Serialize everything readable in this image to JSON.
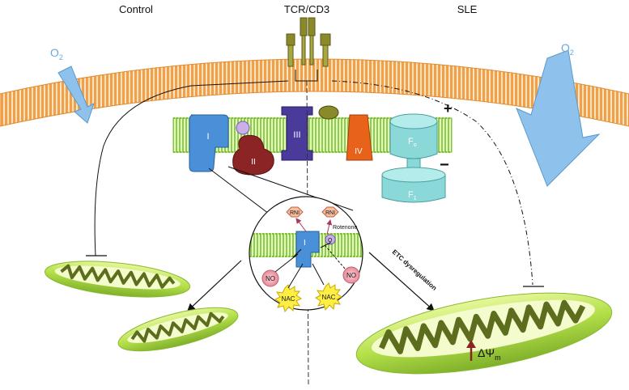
{
  "labels": {
    "control": "Control",
    "tcr": "TCR/CD3",
    "sle": "SLE",
    "o2_left": "O",
    "o2_left_sub": "2",
    "o2_right": "O",
    "o2_right_sub": "2",
    "plus": "+",
    "minus": "−",
    "complex_1": "I",
    "complex_2": "II",
    "complex_3": "III",
    "complex_4": "IV",
    "f0": "F",
    "f0_sub": "o",
    "f1": "F",
    "f1_sub": "1",
    "rotenone": "Rotenone",
    "rni_1": "RNI",
    "rni_2": "RNI",
    "complex_1_inset": "I",
    "q_inset": "Q",
    "no_left": "NO",
    "no_right": "NO",
    "nac_left": "NAC",
    "nac_right": "NAC",
    "etc_dysregulation": "ETC dysregulation",
    "delta_psi": "ΔΨ",
    "delta_psi_sub": "m"
  },
  "colors": {
    "membrane_orange": "#f0a048",
    "inner_membrane_green": "#8ccf3c",
    "complex_1": "#4a90d9",
    "complex_2": "#8b2424",
    "complex_3": "#4a3a9a",
    "complex_4": "#e8621a",
    "atp_synthase": "#8ad8d8",
    "o2_arrow": "#8ec2ec",
    "mito_outer": "#b4e04a",
    "mito_inner": "#5c6e1e"
  }
}
